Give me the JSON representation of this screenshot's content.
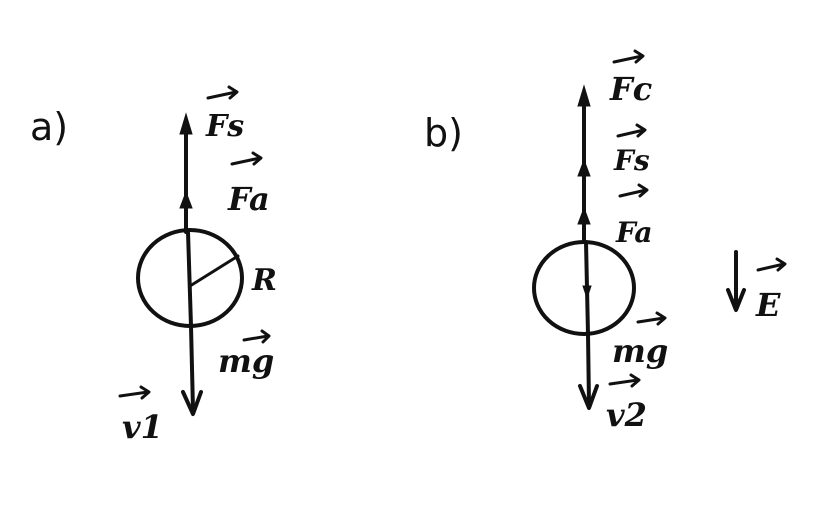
{
  "panels": {
    "a": {
      "label": "a)",
      "forces": {
        "fs": "Fs",
        "fa": "Fa",
        "mg": "mg"
      },
      "radius_label": "R",
      "velocity_label": "v1"
    },
    "b": {
      "label": "b)",
      "forces": {
        "fc": "Fc",
        "fs": "Fs",
        "fa": "Fa",
        "mg": "mg"
      },
      "velocity_label": "v2",
      "field_label": "E"
    }
  },
  "colors": {
    "ink": "#111111",
    "background": "#ffffff"
  }
}
